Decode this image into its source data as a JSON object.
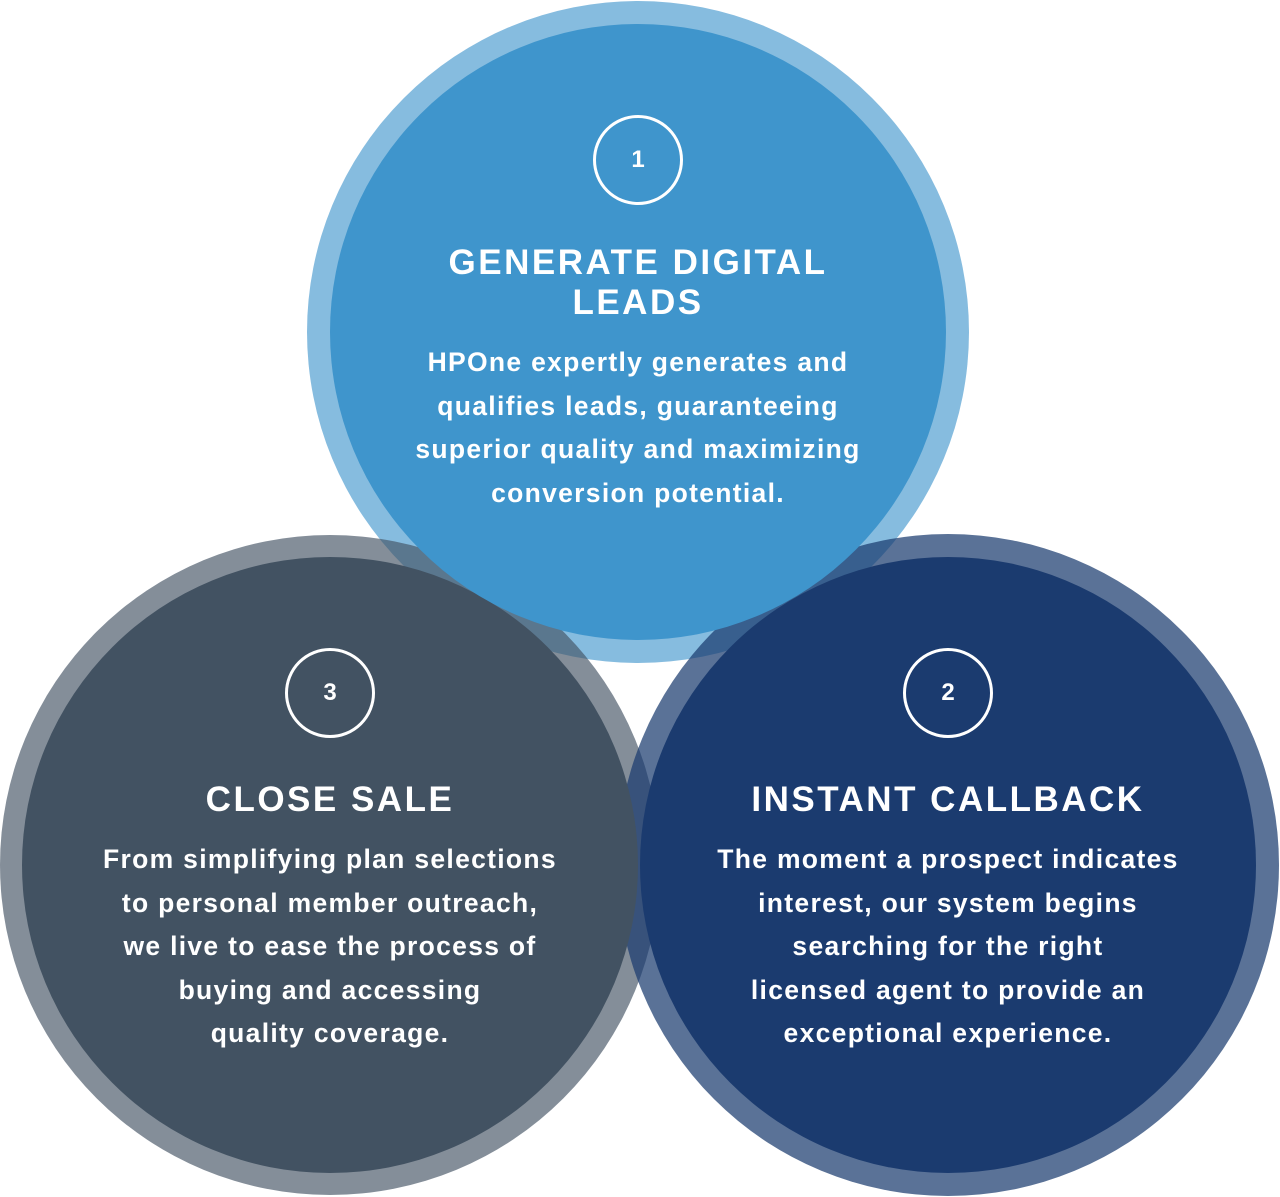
{
  "colors": {
    "step1_fill": "#3f95cc",
    "step2_fill": "#1b3b6f",
    "step3_fill": "#425262"
  },
  "steps": [
    {
      "number": "1",
      "title": "GENERATE DIGITAL LEADS",
      "body": "HPOne expertly generates and\nqualifies leads, guaranteeing\nsuperior quality and maximizing\nconversion potential."
    },
    {
      "number": "2",
      "title": "INSTANT CALLBACK",
      "body": "The moment a prospect indicates\ninterest, our system begins\nsearching for the right\nlicensed agent to provide an\nexceptional experience."
    },
    {
      "number": "3",
      "title": "CLOSE SALE",
      "body": "From simplifying plan selections\nto personal member outreach,\nwe live to ease the process of\nbuying and accessing\nquality coverage."
    }
  ]
}
